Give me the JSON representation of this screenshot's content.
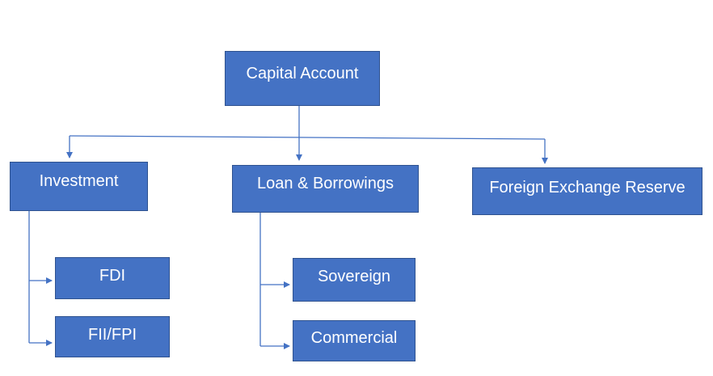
{
  "diagram": {
    "nodes": {
      "capital_account": "Capital Account",
      "investment": "Investment",
      "loan_borrowings": "Loan & Borrowings",
      "foreign_exchange_reserve": "Foreign Exchange Reserve",
      "fdi": "FDI",
      "fii_fpi": "FII/FPI",
      "sovereign": "Sovereign",
      "commercial": "Commercial"
    },
    "edges": [
      [
        "capital_account",
        "investment"
      ],
      [
        "capital_account",
        "loan_borrowings"
      ],
      [
        "capital_account",
        "foreign_exchange_reserve"
      ],
      [
        "investment",
        "fdi"
      ],
      [
        "investment",
        "fii_fpi"
      ],
      [
        "loan_borrowings",
        "sovereign"
      ],
      [
        "loan_borrowings",
        "commercial"
      ]
    ],
    "colors": {
      "box_fill": "#4472c4",
      "box_border": "#2f528f",
      "connector": "#4472c4",
      "text": "#ffffff"
    }
  }
}
